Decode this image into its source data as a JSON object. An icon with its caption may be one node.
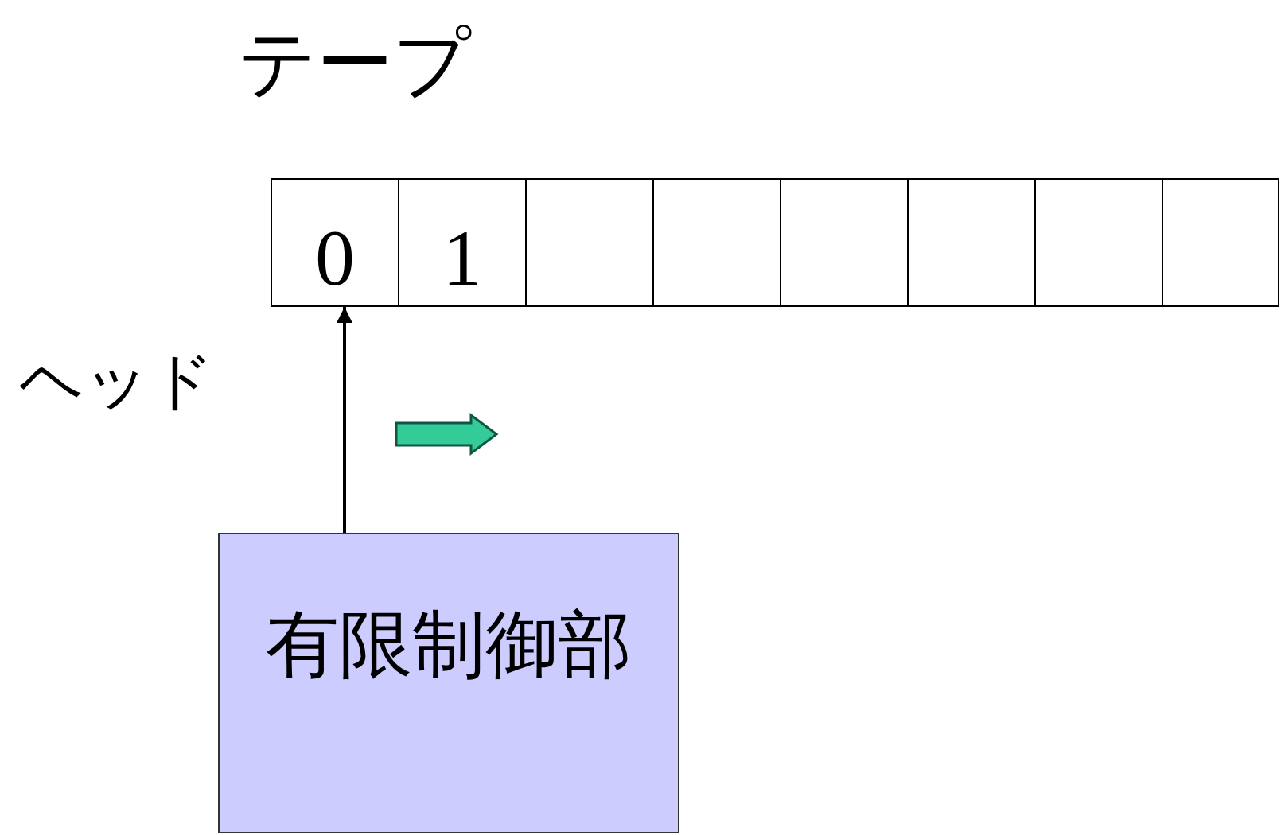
{
  "diagram": {
    "nodes": [
      {
        "text": [
          "テープ"
        ]
      },
      {
        "text": [
          "0"
        ],
        "in": 0
      },
      {
        "text": [
          "1"
        ],
        "in": 0
      },
      {
        "text": [],
        "shape": "box",
        "in": 0
      },
      {
        "text": [],
        "shape": "box",
        "in": 0
      },
      {
        "text": [],
        "shape": "box",
        "in": 0
      },
      {
        "text": [],
        "shape": "box",
        "in": 0
      },
      {
        "text": [],
        "shape": "box",
        "in": 0
      },
      {
        "text": [],
        "shape": "box",
        "in": 0
      },
      {
        "text": [
          "有限制御部"
        ]
      }
    ],
    "edges": [
      {
        "from": 9,
        "to": 1,
        "arrow": "to",
        "label": "ヘッド"
      }
    ]
  }
}
